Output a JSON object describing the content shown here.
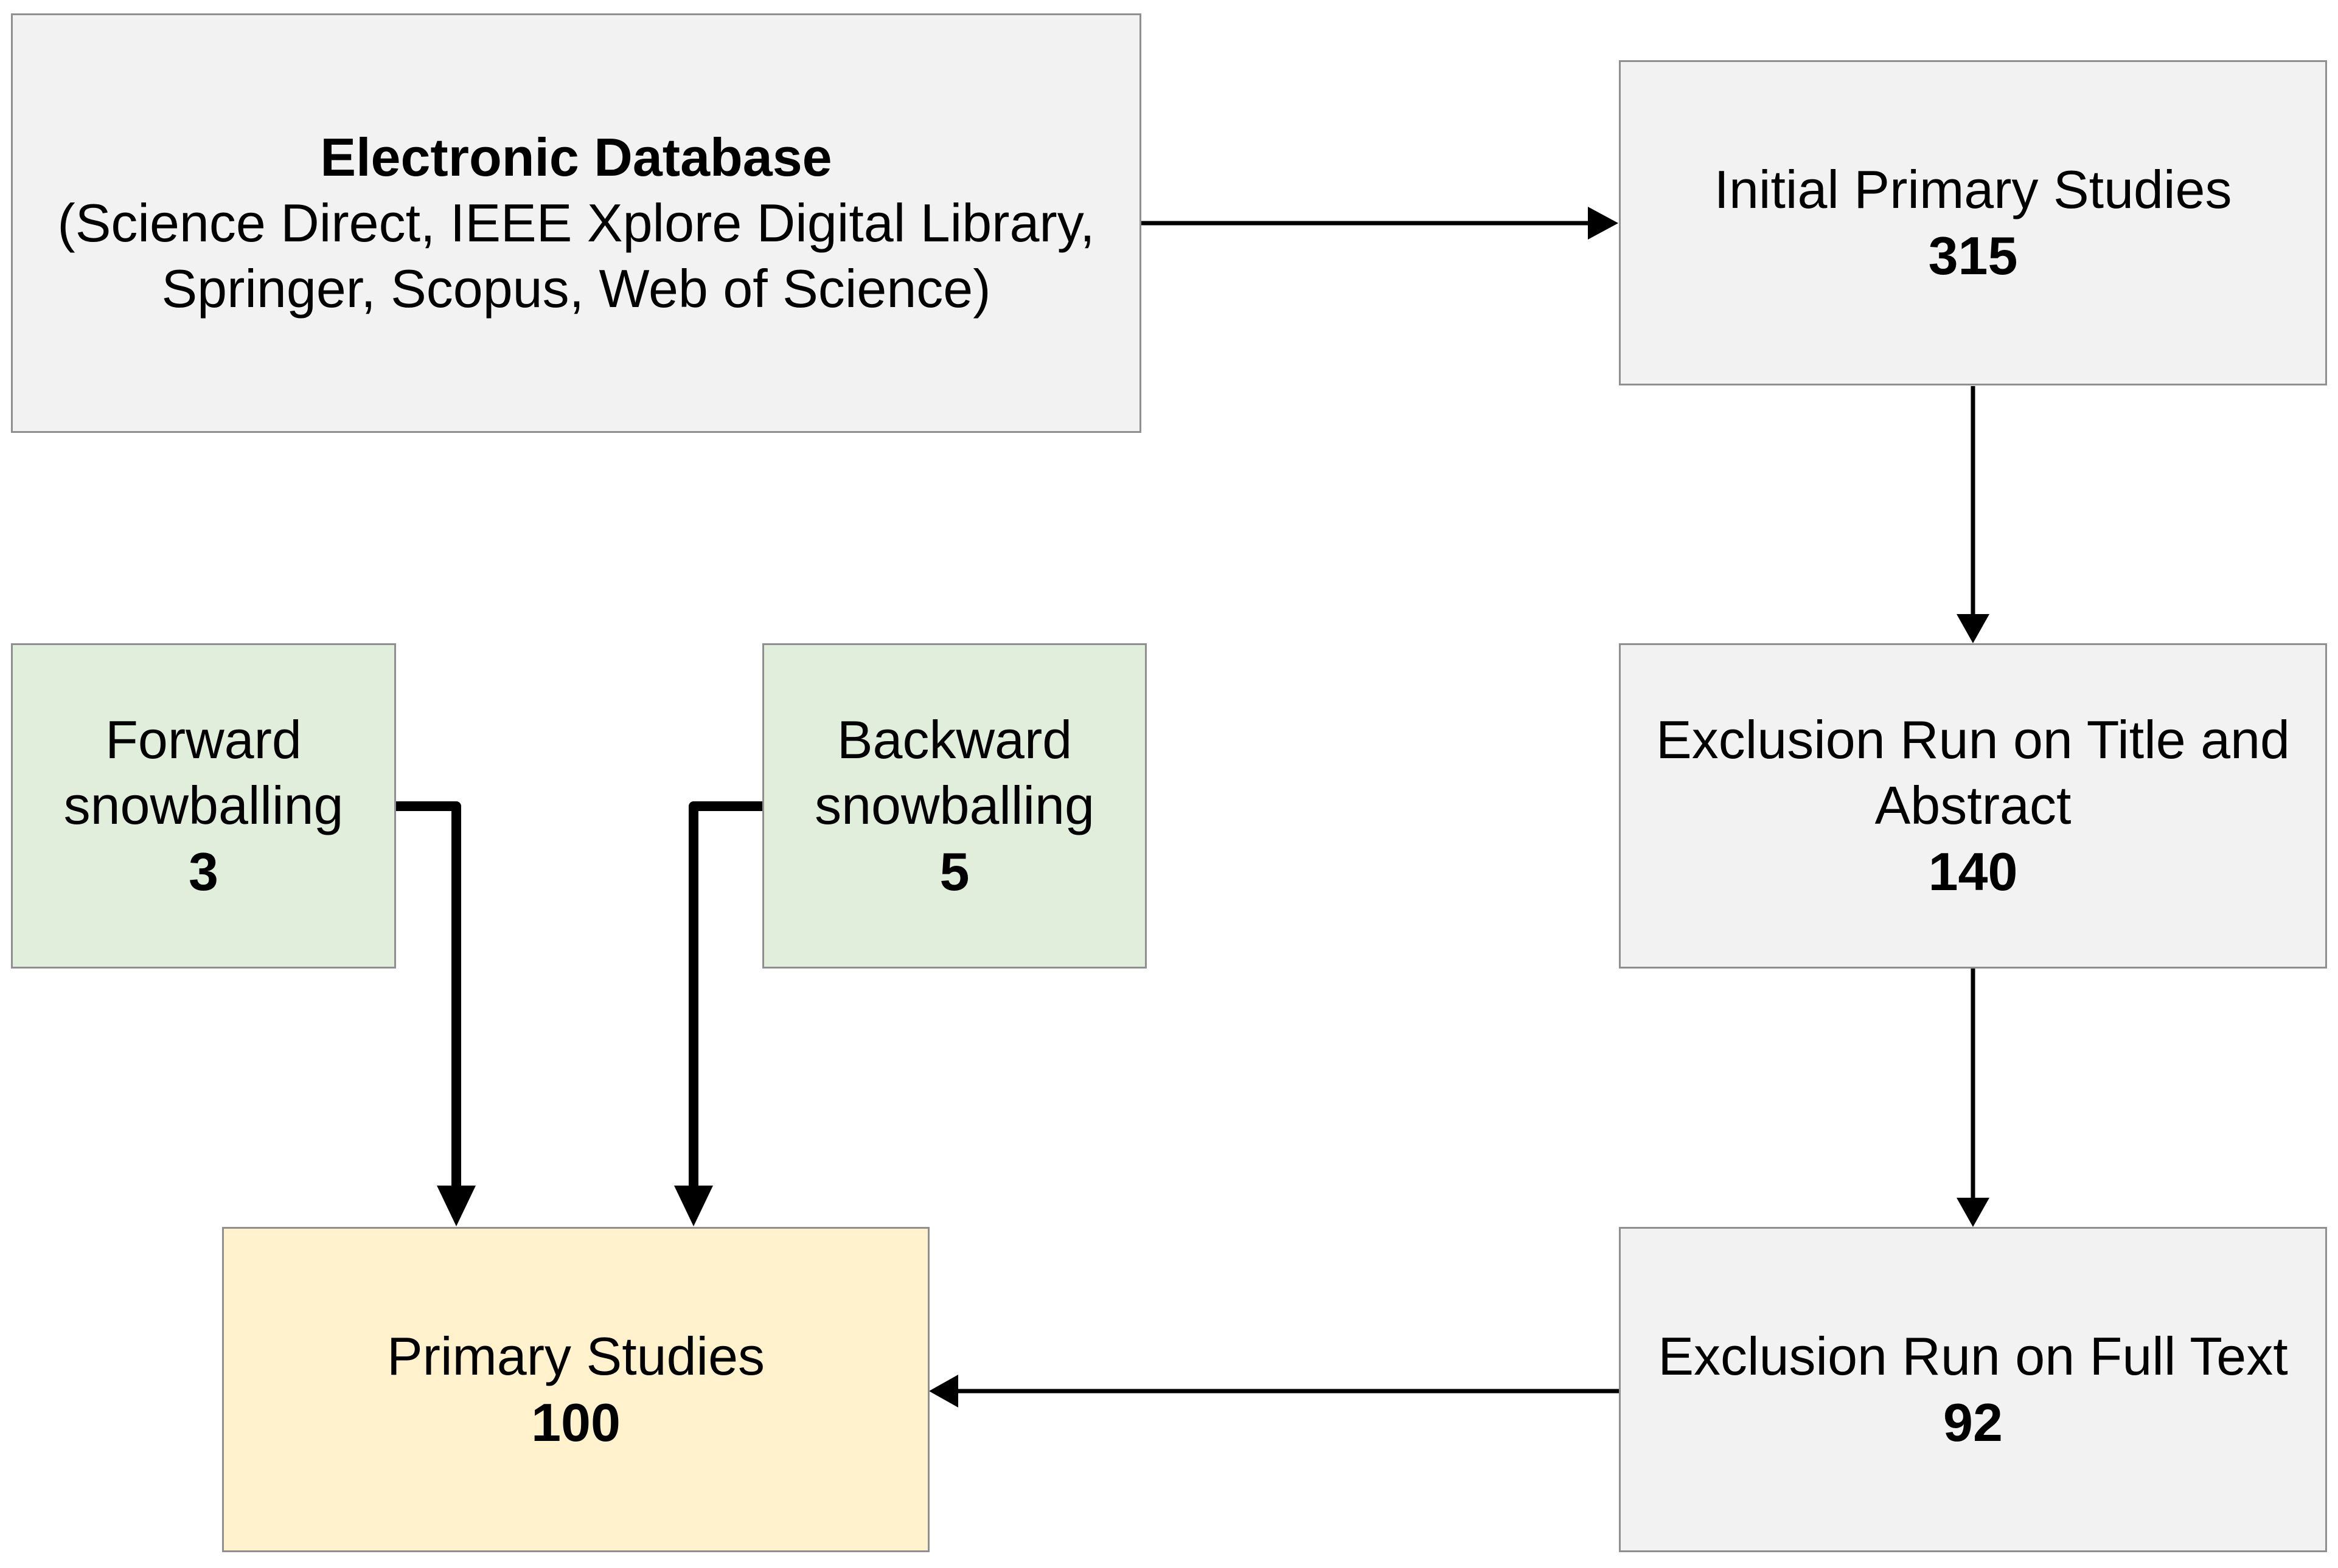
{
  "colors": {
    "gray_fill": "#f2f2f2",
    "green_fill": "#e1eedb",
    "yellow_fill": "#fff2cc",
    "border": "#8f8f8f",
    "arrow": "#000000"
  },
  "nodes": {
    "electronic_database": {
      "title": "Electronic Database",
      "line1": "(Science Direct, IEEE Xplore Digital Library,",
      "line2": "Springer, Scopus, Web of Science)"
    },
    "initial_primary_studies": {
      "label": "Initial Primary Studies",
      "count": "315"
    },
    "exclusion_title_abstract": {
      "line1": "Exclusion Run on Title and",
      "line2": "Abstract",
      "count": "140"
    },
    "exclusion_full_text": {
      "label": "Exclusion Run on Full Text",
      "count": "92"
    },
    "primary_studies": {
      "label": "Primary Studies",
      "count": "100"
    },
    "forward_snowballing": {
      "line1": "Forward",
      "line2": "snowballing",
      "count": "3"
    },
    "backward_snowballing": {
      "line1": "Backward",
      "line2": "snowballing",
      "count": "5"
    }
  },
  "edges": [
    {
      "from": "electronic_database",
      "to": "initial_primary_studies"
    },
    {
      "from": "initial_primary_studies",
      "to": "exclusion_title_abstract"
    },
    {
      "from": "exclusion_title_abstract",
      "to": "exclusion_full_text"
    },
    {
      "from": "exclusion_full_text",
      "to": "primary_studies"
    },
    {
      "from": "forward_snowballing",
      "to": "primary_studies"
    },
    {
      "from": "backward_snowballing",
      "to": "primary_studies"
    }
  ]
}
